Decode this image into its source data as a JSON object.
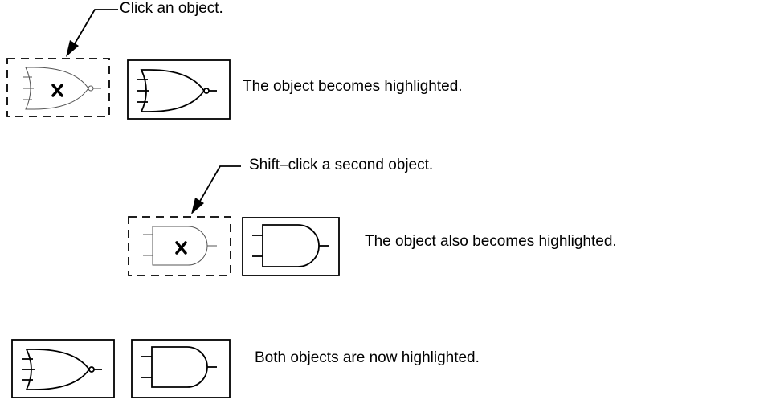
{
  "steps": [
    {
      "callout": "Click an object.",
      "result": "The object becomes highlighted.",
      "gate": "nor-gate"
    },
    {
      "callout": "Shift–click a second object.",
      "result": "The object also becomes highlighted.",
      "gate": "and-gate"
    },
    {
      "result": "Both objects are now highlighted."
    }
  ],
  "colors": {
    "ink": "#000000",
    "unselected_ink": "#555555"
  }
}
